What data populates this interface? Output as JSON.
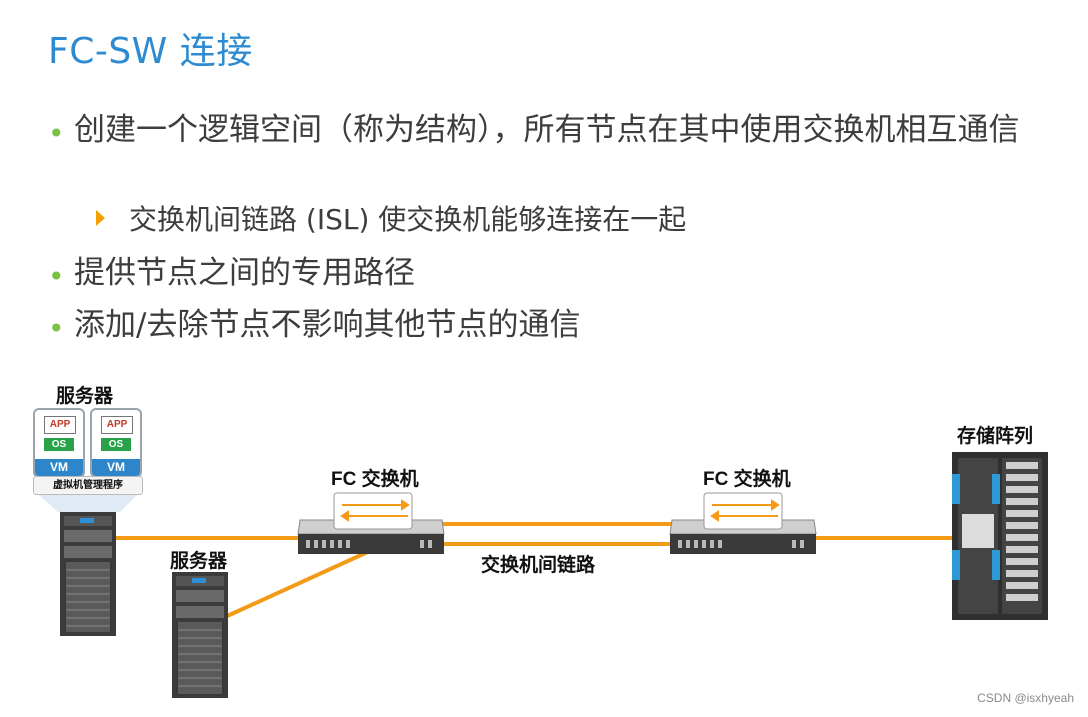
{
  "slide": {
    "title": "FC-SW 连接",
    "bullets": [
      "创建一个逻辑空间（称为结构），所有节点在其中使用交换机相互通信",
      "提供节点之间的专用路径",
      "添加/去除节点不影响其他节点的通信"
    ],
    "sub_bullet": "交换机间链路 (ISL) 使交换机能够连接在一起"
  },
  "diagram": {
    "server_top_label": "服务器",
    "server_bottom_label": "服务器",
    "storage_label": "存储阵列",
    "switch_left_label": "FC 交换机",
    "switch_right_label": "FC 交换机",
    "isl_label": "交换机间链路",
    "hypervisor_label": "虚拟机管理程序",
    "vm_app": "APP",
    "vm_os": "OS",
    "vm_label": "VM",
    "link_color": "#f39a16",
    "title_color": "#2e8bd1",
    "bullet_color": "#7ac142"
  },
  "watermark": "CSDN @isxhyeah"
}
